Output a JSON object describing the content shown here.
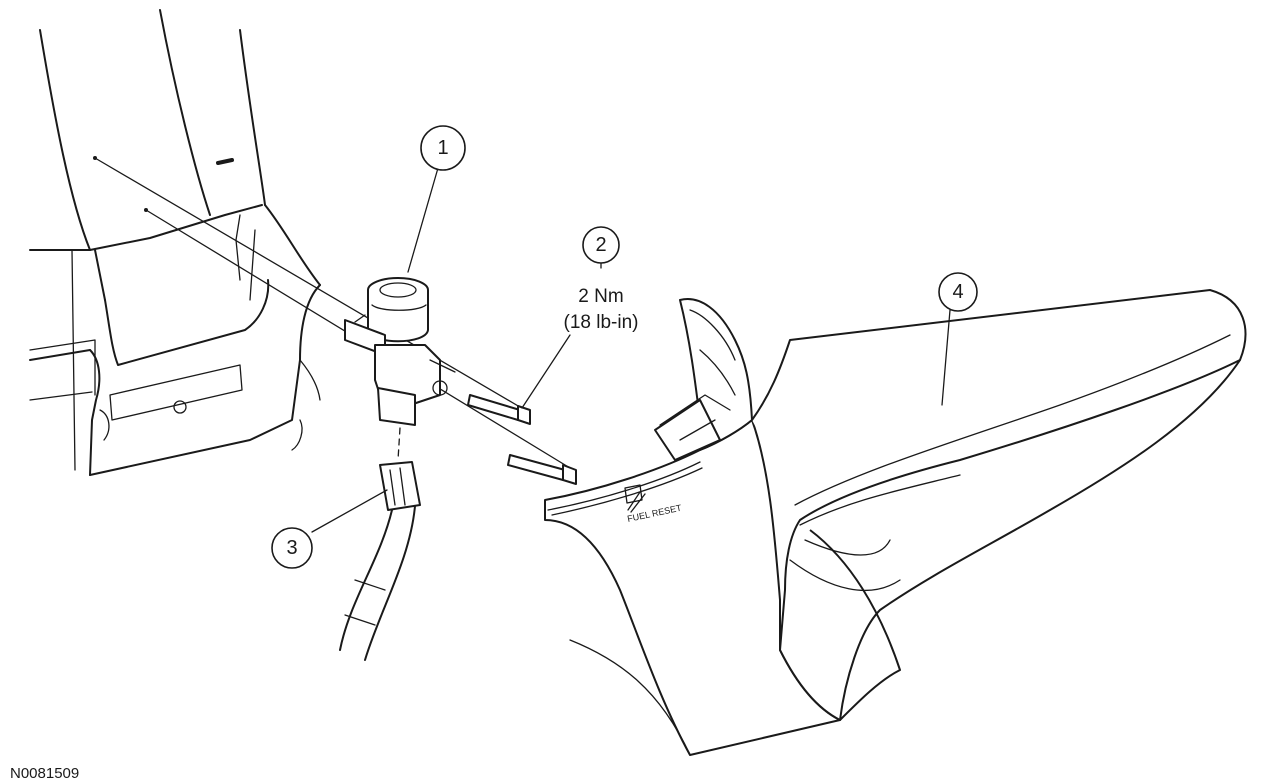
{
  "callouts": [
    {
      "number": "1"
    },
    {
      "number": "2"
    },
    {
      "number": "3"
    },
    {
      "number": "4"
    }
  ],
  "torque_spec": {
    "metric": "2 Nm",
    "imperial": "(18 lb-in)"
  },
  "decal_label": "FUEL RESET",
  "art_id": "N0081509"
}
